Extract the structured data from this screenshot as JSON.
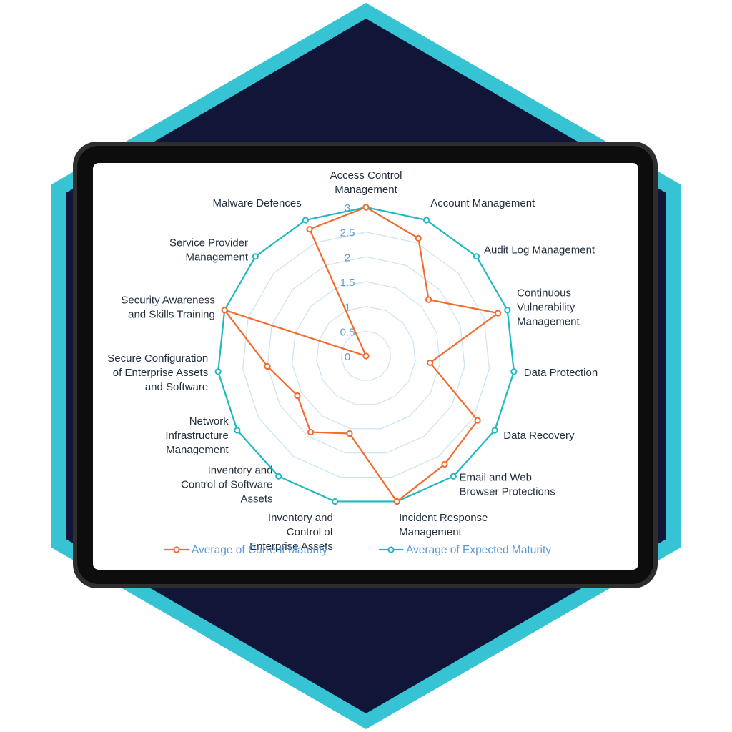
{
  "colors": {
    "hex_outer": "#36c3d3",
    "hex_inner": "#111638",
    "tablet_frame": "#0d0d0d",
    "tablet_bezel": "#2e2e2e",
    "grid": "#cfe3f3",
    "current": "#f26b2f",
    "expected": "#1fb9c0",
    "tick_text": "#5b9bd5",
    "label_text": "#1f2d3d"
  },
  "chart_data": {
    "type": "radar",
    "categories": [
      "Access Control Management",
      "Account Management",
      "Audit Log Management",
      "Continuous Vulnerability Management",
      "Data Protection",
      "Data Recovery",
      "Email and Web Browser Protections",
      "Incident Response Management",
      "Inventory and Control of Enterprise Assets",
      "Inventory and Control of Software Assets",
      "Network Infrastructure Management",
      "Secure Configuration of Enterprise Assets and Software",
      "Security Awareness and Skills Training",
      "Service Provider Management",
      "Malware Defences"
    ],
    "series": [
      {
        "name": "Average of Current Maturity",
        "values": [
          3.0,
          2.6,
          1.7,
          2.8,
          1.3,
          2.6,
          2.7,
          3.0,
          1.6,
          1.9,
          1.6,
          2.0,
          3.0,
          0.0,
          2.8
        ]
      },
      {
        "name": "Average of Expected Maturity",
        "values": [
          3.0,
          3.0,
          3.0,
          3.0,
          3.0,
          3.0,
          3.0,
          3.0,
          3.0,
          3.0,
          3.0,
          3.0,
          3.0,
          3.0,
          3.0
        ]
      }
    ],
    "rlim": [
      0,
      3
    ],
    "ticks": [
      "0",
      "0.5",
      "1",
      "1.5",
      "2",
      "2.5",
      "3"
    ],
    "legend_position": "bottom"
  }
}
